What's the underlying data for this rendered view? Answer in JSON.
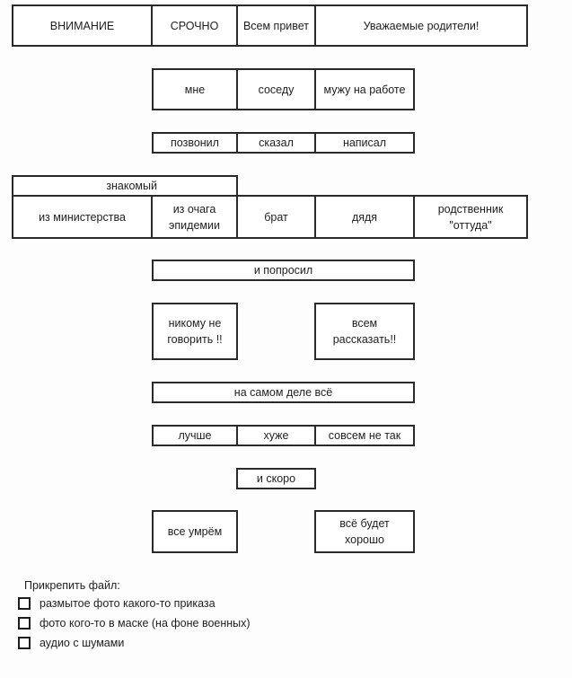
{
  "row1": {
    "attention": "ВНИМАНИЕ",
    "urgent": "СРОЧНО",
    "hello": "Всем привет",
    "dear_parents": "Уважаемые родители!"
  },
  "row2": {
    "me": "мне",
    "neighbor": "соседу",
    "husband": "мужу на работе"
  },
  "row3": {
    "called": "позвонил",
    "said": "сказал",
    "wrote": "написал"
  },
  "acquaintance": "знакомый",
  "row4": {
    "ministry": "из министерства",
    "epidemic": "из очага эпидемии",
    "brother": "брат",
    "uncle": "дядя",
    "relative": "родственник \"оттуда\""
  },
  "asked": "и попросил",
  "row6": {
    "tell_noone": "никому не говорить !!",
    "tell_all": "всем рассказать!!"
  },
  "actually": "на самом деле всё",
  "row8": {
    "better": "лучше",
    "worse": "хуже",
    "not_so": "совсем не так"
  },
  "soon": "и скоро",
  "row10": {
    "all_die": "все умрём",
    "all_good": "всё будет хорошо"
  },
  "attach": {
    "title": "Прикрепить файл:",
    "options": [
      "размытое фото какого-то приказа",
      "фото кого-то в маске (на фоне военных)",
      "аудио с шумами"
    ]
  }
}
